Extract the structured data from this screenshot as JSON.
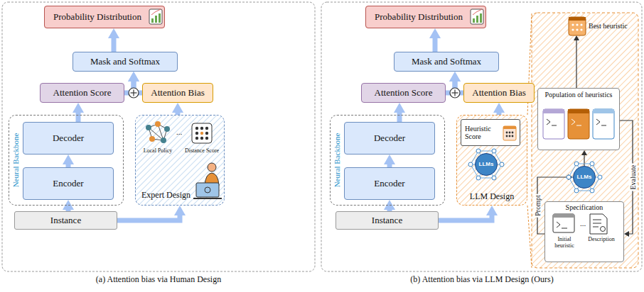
{
  "diagram": {
    "nodes": [
      {
        "text": [
          "Probability Distribution"
        ]
      },
      {
        "text": [
          "Mask and Softmax"
        ]
      },
      {
        "text": [
          "Attention Score"
        ]
      },
      {
        "text": [
          "Attention Bias"
        ]
      },
      {
        "text": [
          "Neural Backbone"
        ]
      },
      {
        "text": [
          "Decoder"
        ],
        "in": 4
      },
      {
        "text": [
          "Encoder"
        ],
        "in": 4
      },
      {
        "text": [
          "Instance"
        ]
      },
      {
        "text": [
          "Expert Design"
        ]
      },
      {
        "text": [
          "Probability Distribution"
        ]
      },
      {
        "text": [
          "Mask and Softmax"
        ]
      },
      {
        "text": [
          "Attention Score"
        ]
      },
      {
        "text": [
          "Attention Bias"
        ]
      },
      {
        "text": [
          "Neural Backbone"
        ]
      },
      {
        "text": [
          "Decoder"
        ],
        "in": 13
      },
      {
        "text": [
          "Encoder"
        ],
        "in": 13
      },
      {
        "text": [
          "Instance"
        ]
      },
      {
        "text": [
          "LLM Design"
        ]
      },
      {
        "text": [
          "Heuristic Score"
        ],
        "in": 17
      },
      {
        "text": [
          "LLMs"
        ],
        "in": 17
      },
      {
        "text": [
          "Best heuristic"
        ]
      },
      {
        "text": [
          "Population of heuristics"
        ]
      },
      {
        "text": [
          "LLMs"
        ]
      },
      {
        "text": [
          "Specification"
        ]
      }
    ],
    "edges": [
      {
        "from": 7,
        "to": 6,
        "arrow": "to"
      },
      {
        "from": 6,
        "to": 5,
        "arrow": "to"
      },
      {
        "from": 5,
        "to": 2,
        "arrow": "to"
      },
      {
        "from": 2,
        "to": 1,
        "arrow": "to"
      },
      {
        "from": 3,
        "to": 1,
        "arrow": "to"
      },
      {
        "from": 1,
        "to": 0,
        "arrow": "to"
      },
      {
        "from": 7,
        "to": 8,
        "arrow": "to"
      },
      {
        "from": 8,
        "to": 3,
        "arrow": "to"
      },
      {
        "from": 16,
        "to": 15,
        "arrow": "to"
      },
      {
        "from": 15,
        "to": 14,
        "arrow": "to"
      },
      {
        "from": 14,
        "to": 11,
        "arrow": "to"
      },
      {
        "from": 11,
        "to": 10,
        "arrow": "to"
      },
      {
        "from": 12,
        "to": 10,
        "arrow": "to"
      },
      {
        "from": 10,
        "to": 9,
        "arrow": "to"
      },
      {
        "from": 16,
        "to": 17,
        "arrow": "to"
      },
      {
        "from": 17,
        "to": 12,
        "arrow": "to"
      },
      {
        "from": 22,
        "to": 21,
        "arrow": "to"
      },
      {
        "from": 21,
        "to": 20,
        "arrow": "to"
      },
      {
        "from": 23,
        "to": 22,
        "label": "Prompt",
        "arrow": "to"
      },
      {
        "from": 21,
        "to": 23,
        "label": "Evaluate",
        "arrow": "to"
      }
    ],
    "labels": [
      "Local Policy",
      "...",
      "Distance Score",
      "Initial heuristic",
      "...",
      "Description",
      "(a) Attention bias via Human Design",
      "(b) Attention bias via LLM Design (Ours)"
    ]
  }
}
